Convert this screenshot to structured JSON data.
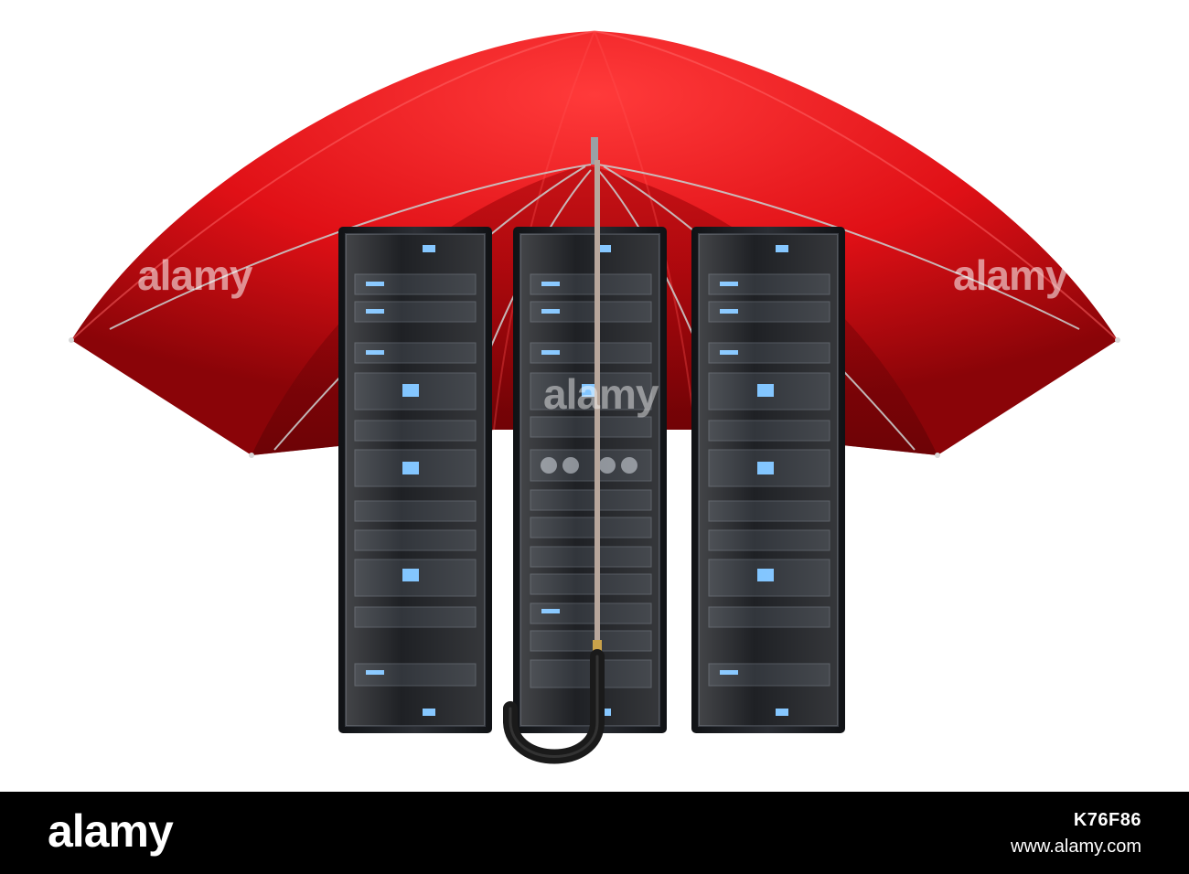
{
  "watermark": {
    "text": "alamy"
  },
  "footer": {
    "brand": "alamy",
    "image_id": "K76F86",
    "url": "www.alamy.com"
  },
  "colors": {
    "umbrella": "#d8101a",
    "rack": "#1c1e22",
    "footer_bg": "#000000"
  }
}
